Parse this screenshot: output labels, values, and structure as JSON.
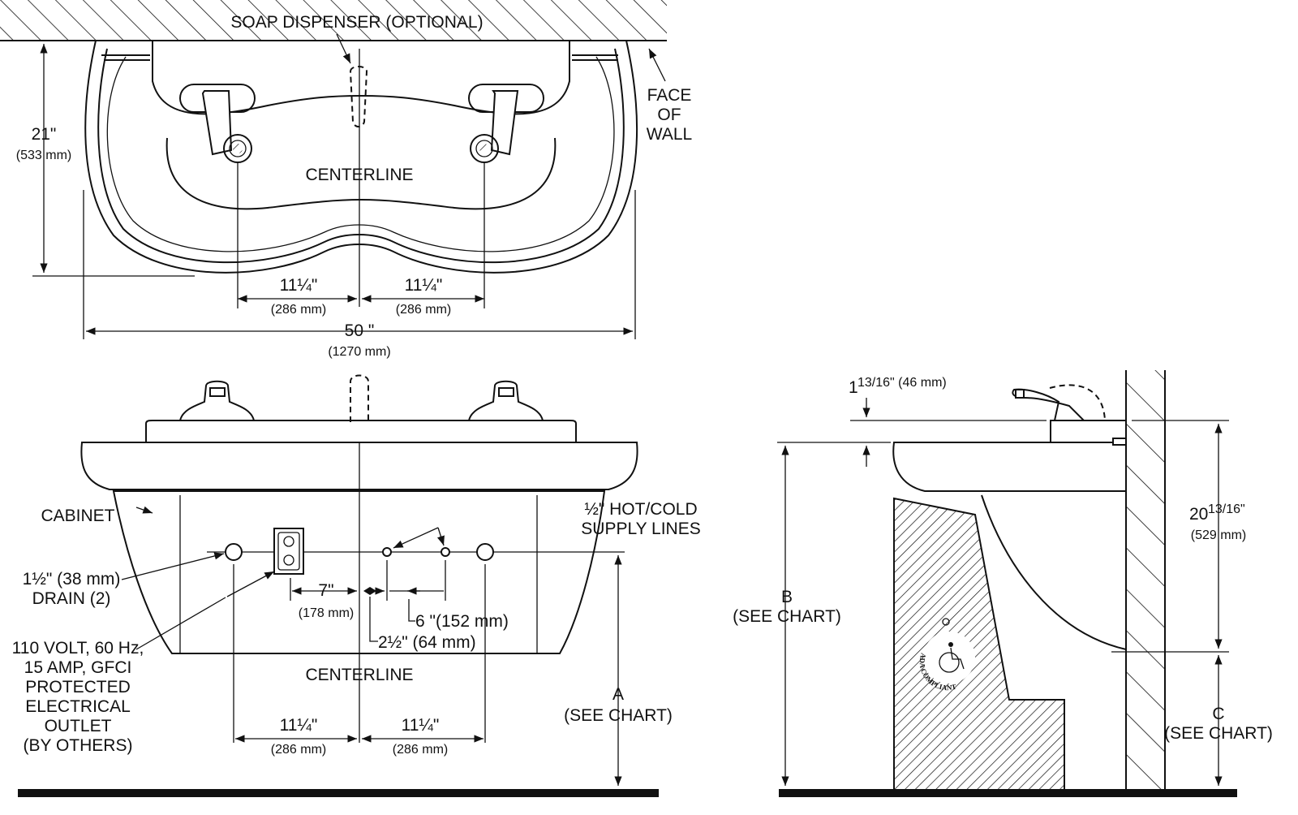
{
  "labels": {
    "soap_dispenser": "SOAP DISPENSER (OPTIONAL)",
    "face": "FACE",
    "of": "OF",
    "wall": "WALL",
    "centerline_top": "CENTERLINE",
    "centerline_bottom": "CENTERLINE",
    "cabinet": "CABINET",
    "supply_1": "½\" HOT/COLD",
    "supply_2": "SUPPLY LINES",
    "drain_1": "1½\" (38 mm)",
    "drain_2": "DRAIN (2)",
    "outlet": [
      "110 VOLT, 60 Hz,",
      "15 AMP, GFCI",
      "PROTECTED",
      "ELECTRICAL",
      "OUTLET",
      "(BY OTHERS)"
    ],
    "a_letter": "A",
    "a_chart": "(SEE CHART)",
    "b_letter": "B",
    "b_chart": "(SEE CHART)",
    "c_letter": "C",
    "c_chart": "(SEE CHART)",
    "ada_text": "ADA COMPLIANT"
  },
  "dimensions": {
    "depth_in": "21\"",
    "depth_mm": "(533 mm)",
    "half_top_left_in": "11¼\"",
    "half_top_left_mm": "(286 mm)",
    "half_top_right_in": "11¼\"",
    "half_top_right_mm": "(286 mm)",
    "width_in": "50 \"",
    "width_mm": "(1270 mm)",
    "outlet_offset_in": "7\"",
    "outlet_offset_mm": "(178 mm)",
    "supply_spacing": "6 \"(152 mm)",
    "supply_offset": "2½\" (64 mm)",
    "half_bot_left_in": "11¼\"",
    "half_bot_left_mm": "(286 mm)",
    "half_bot_right_in": "11¼\"",
    "half_bot_right_mm": "(286 mm)",
    "faucet_height_whole": "1",
    "faucet_height_frac": "13/16\" (46 mm)",
    "basin_drop_whole": "20",
    "basin_drop_frac": "13/16\"",
    "basin_drop_mm": "(529 mm)"
  }
}
